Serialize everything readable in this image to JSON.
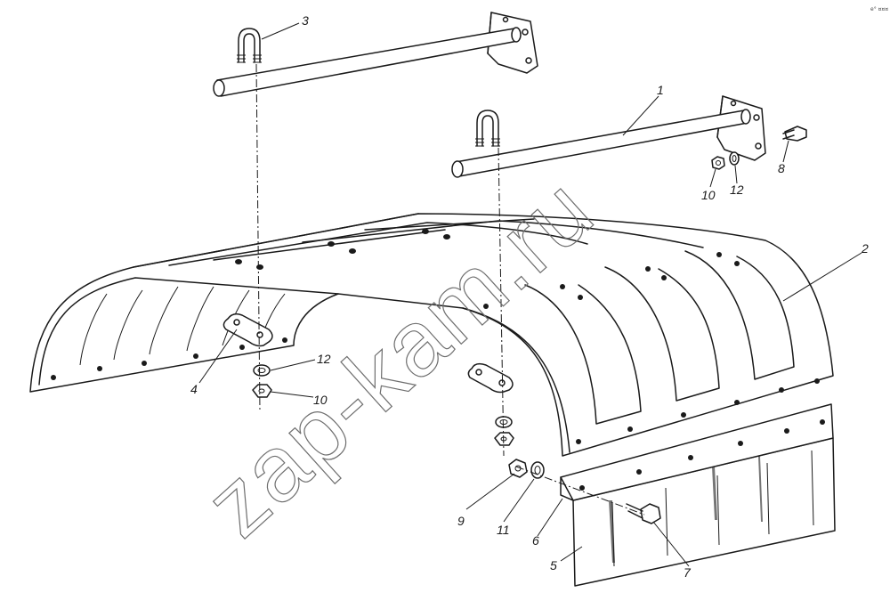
{
  "watermark": "zap-kam.ru",
  "corner_mark": "e° ¤¤¤",
  "callouts": [
    {
      "id": "c1",
      "label": "1"
    },
    {
      "id": "c2",
      "label": "2"
    },
    {
      "id": "c3",
      "label": "3"
    },
    {
      "id": "c4",
      "label": "4"
    },
    {
      "id": "c5",
      "label": "5"
    },
    {
      "id": "c6",
      "label": "6"
    },
    {
      "id": "c7",
      "label": "7"
    },
    {
      "id": "c8",
      "label": "8"
    },
    {
      "id": "c9",
      "label": "9"
    },
    {
      "id": "c10a",
      "label": "10"
    },
    {
      "id": "c10b",
      "label": "10"
    },
    {
      "id": "c11",
      "label": "11"
    },
    {
      "id": "c12a",
      "label": "12"
    },
    {
      "id": "c12b",
      "label": "12"
    }
  ]
}
